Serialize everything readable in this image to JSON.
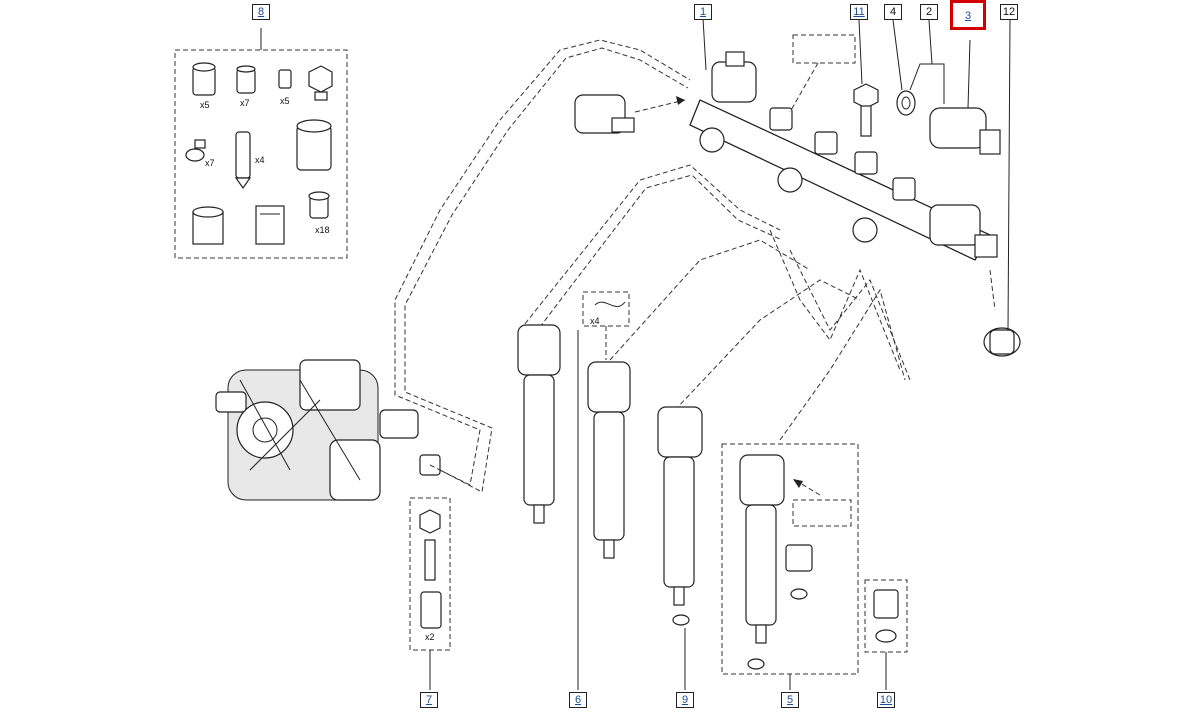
{
  "callouts": {
    "c1": "1",
    "c2": "2",
    "c3": "3",
    "c4": "4",
    "c5": "5",
    "c6": "6",
    "c7": "7",
    "c8": "8",
    "c9": "9",
    "c10": "10",
    "c11": "11",
    "c12": "12"
  },
  "highlighted_callout": "3",
  "quantities": {
    "kit_x5a": "x5",
    "kit_x7a": "x7",
    "kit_x5b": "x5",
    "kit_x7b": "x7",
    "kit_x4": "x4",
    "kit_x18": "x18",
    "clip_x4": "x4",
    "stud_x2": "x2"
  },
  "colors": {
    "line": "#222222",
    "highlight": "#d40000",
    "link": "#1b4d9a"
  }
}
